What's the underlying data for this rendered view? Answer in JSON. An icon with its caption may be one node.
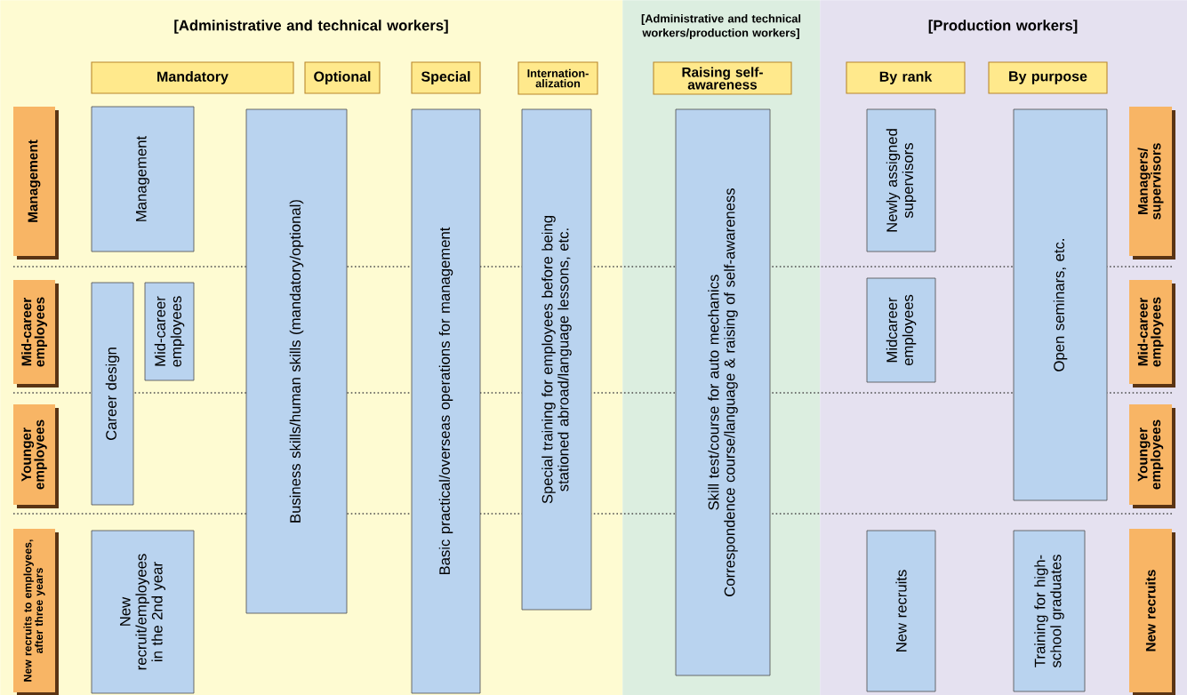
{
  "diagram": {
    "nodes": [
      {
        "text": [
          "[Administrative and technical workers]"
        ]
      },
      {
        "text": [
          "[Administrative and technical workers/production workers]"
        ]
      },
      {
        "text": [
          "[Production workers]"
        ]
      },
      {
        "text": [
          "Mandatory"
        ],
        "in": 0
      },
      {
        "text": [
          "Optional"
        ],
        "in": 0
      },
      {
        "text": [
          "Special"
        ],
        "in": 0
      },
      {
        "text": [
          "Internation-alization"
        ],
        "in": 0
      },
      {
        "text": [
          "Raising self-awareness"
        ],
        "in": 1
      },
      {
        "text": [
          "By rank"
        ],
        "in": 2
      },
      {
        "text": [
          "By purpose"
        ],
        "in": 2
      },
      {
        "text": [
          "Management"
        ],
        "in": 0
      },
      {
        "text": [
          "Mid-career employees"
        ],
        "in": 0
      },
      {
        "text": [
          "Younger employees"
        ],
        "in": 0
      },
      {
        "text": [
          "New recruits to employees, after three years"
        ],
        "in": 0
      },
      {
        "text": [
          "Management"
        ],
        "in": 0
      },
      {
        "text": [
          "Career design"
        ],
        "in": 0
      },
      {
        "text": [
          "Mid-career employees"
        ],
        "in": 0
      },
      {
        "text": [
          "New recruit/employees in the 2nd year"
        ],
        "in": 0
      },
      {
        "text": [
          "Business skills/human skills (mandatory/optional)"
        ],
        "in": 0
      },
      {
        "text": [
          "Basic practical/overseas operations for management"
        ],
        "in": 0
      },
      {
        "text": [
          "Special training for employees before being stationed abroad/language lessons, etc."
        ],
        "in": 0
      },
      {
        "text": [
          "Skill test/course for auto mechanics",
          "Correspondence course/language & raising of self-awareness"
        ],
        "in": 1
      },
      {
        "text": [
          "Newly assigned supervisors"
        ],
        "in": 2
      },
      {
        "text": [
          "Midcareer employees"
        ],
        "in": 2
      },
      {
        "text": [
          "Open seminars, etc."
        ],
        "in": 2
      },
      {
        "text": [
          "New recruits"
        ],
        "in": 2
      },
      {
        "text": [
          "Training for high-school graduates"
        ],
        "in": 2
      },
      {
        "text": [
          "Managers/ supervisors"
        ],
        "in": 2
      },
      {
        "text": [
          "Mid-career employees"
        ],
        "in": 2
      },
      {
        "text": [
          "Younger employees"
        ],
        "in": 2
      },
      {
        "text": [
          "New recruits"
        ],
        "in": 2
      }
    ],
    "edges": []
  }
}
